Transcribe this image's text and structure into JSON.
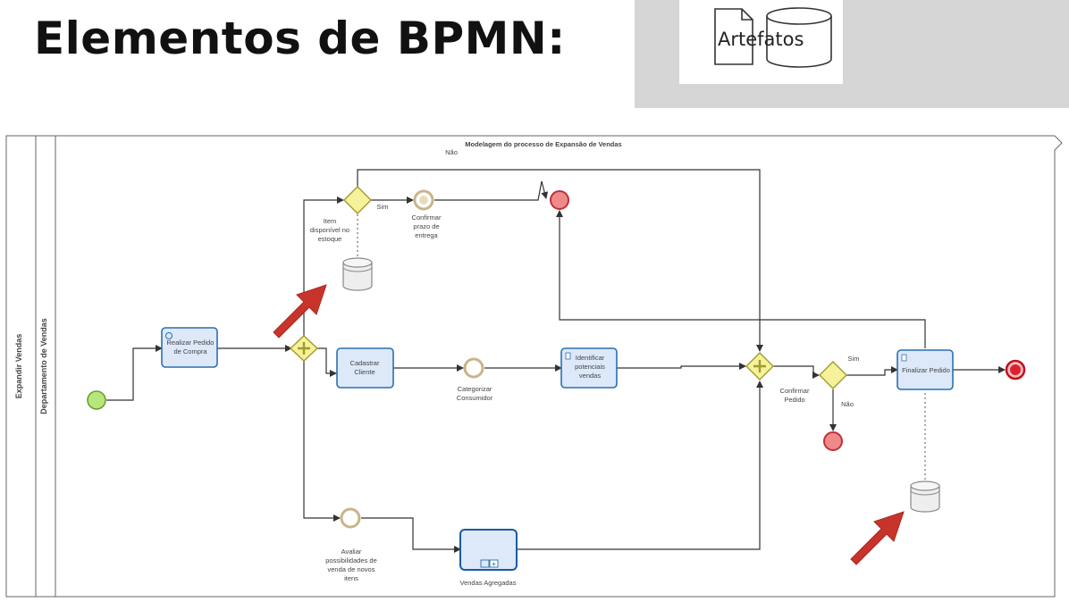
{
  "slide": {
    "title": "Elementos de BPMN:",
    "legend_label": "Artefatos"
  },
  "pool": {
    "title": "Modelagem do processo de Expansão de Vendas",
    "pool_label": "Expandir Vendas",
    "lane_label": "Departamento de Vendas"
  },
  "tasks": {
    "realizar": [
      "Realizar Pedido",
      "de Compra"
    ],
    "cadastrar": [
      "Cadastrar",
      "Cliente"
    ],
    "identificar": [
      "Identificar",
      "potenciais",
      "vendas"
    ],
    "finalizar": [
      "Finalizar Pedido"
    ],
    "vendas_agregadas": [
      "Vendas Agregadas"
    ]
  },
  "events": {
    "confirmar_prazo": [
      "Confirmar",
      "prazo de",
      "entrega"
    ],
    "categorizar": [
      "Categorizar",
      "Consumidor"
    ],
    "avaliar": [
      "Avaliar",
      "possibilidades de",
      "venda de novos",
      "itens"
    ]
  },
  "gateways": {
    "item_disponivel": [
      "Item",
      "disponível no",
      "estoque"
    ],
    "confirmar_pedido": [
      "Confirmar",
      "Pedido"
    ]
  },
  "flow_labels": {
    "nao_top": "Não",
    "sim_top": "Sim",
    "sim_right": "Sim",
    "nao_right": "Não"
  },
  "colors": {
    "start_event": "#b7e67a",
    "end_event": "#e02030",
    "error_end": "#f08a8a",
    "task_fill": "#dde8f8",
    "task_border": "#2a6fb0",
    "gateway_fill": "#f6f29a",
    "gateway_border": "#a09a30",
    "intermediate_event": "#c8b48a",
    "arrow": "#c8342b"
  }
}
